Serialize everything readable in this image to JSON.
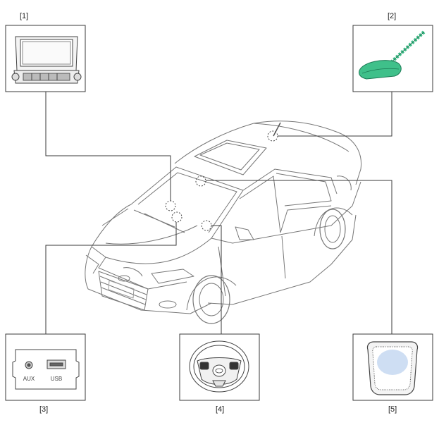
{
  "callouts": [
    {
      "id": "1",
      "label": "[1]",
      "component": "head-unit"
    },
    {
      "id": "2",
      "label": "[2]",
      "component": "roof-antenna"
    },
    {
      "id": "3",
      "label": "[3]",
      "component": "aux-usb-jack"
    },
    {
      "id": "4",
      "label": "[4]",
      "component": "steering-remote-control"
    },
    {
      "id": "5",
      "label": "[5]",
      "component": "microphone"
    }
  ],
  "jack_labels": {
    "aux": "AUX",
    "usb": "USB"
  },
  "colors": {
    "line": "#3a3a3a",
    "car_line": "#777777",
    "antenna_green": "#3fc08a",
    "mic_blue": "#b9d0ee"
  }
}
